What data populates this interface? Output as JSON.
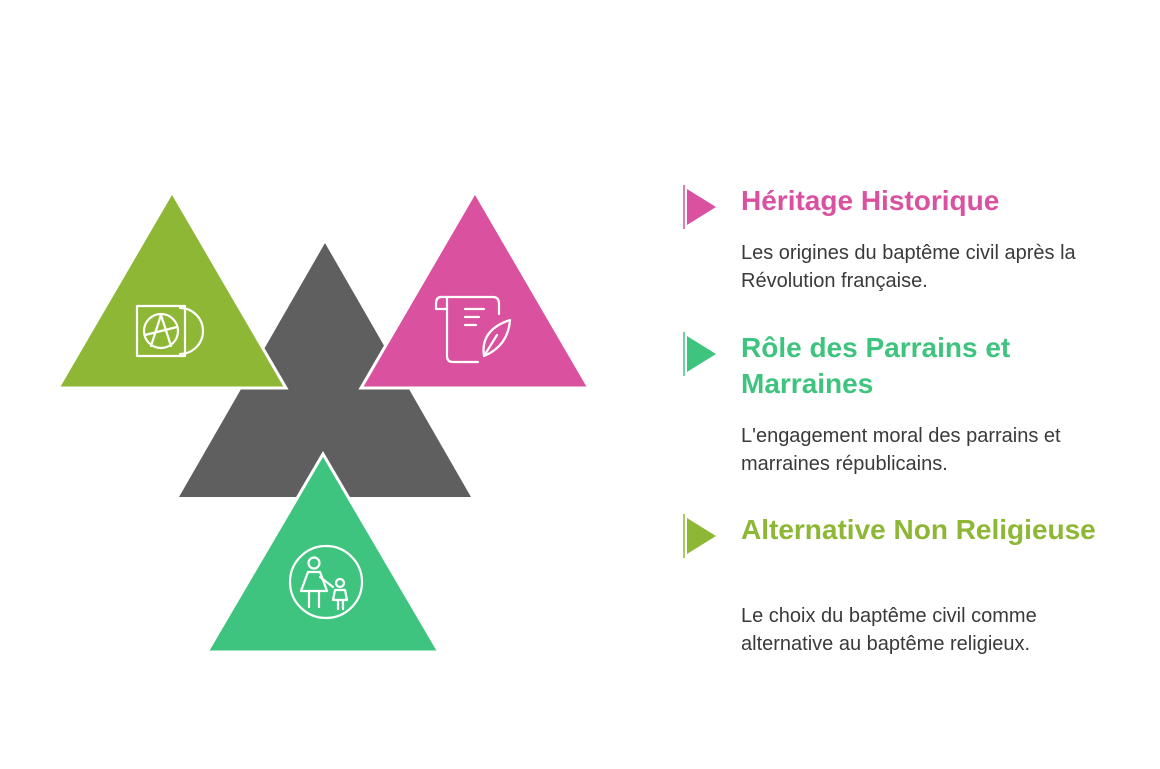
{
  "colors": {
    "pink": "#d9519f",
    "green": "#3ec47e",
    "lime": "#8db735",
    "gray": "#5f5f5f"
  },
  "items": [
    {
      "title": "Héritage Historique",
      "description": "Les origines du baptême civil après la Révolution française.",
      "color": "#d9519f",
      "icon": "scroll-quill-icon"
    },
    {
      "title": "Rôle des Parrains et Marraines",
      "description": "L'engagement moral des parrains et marraines républicains.",
      "color": "#3ec47e",
      "icon": "adult-child-icon"
    },
    {
      "title": "Alternative Non Religieuse",
      "description": "Le choix du baptême civil comme alternative au baptême religieux.",
      "color": "#8db735",
      "icon": "anarchy-album-icon"
    }
  ]
}
